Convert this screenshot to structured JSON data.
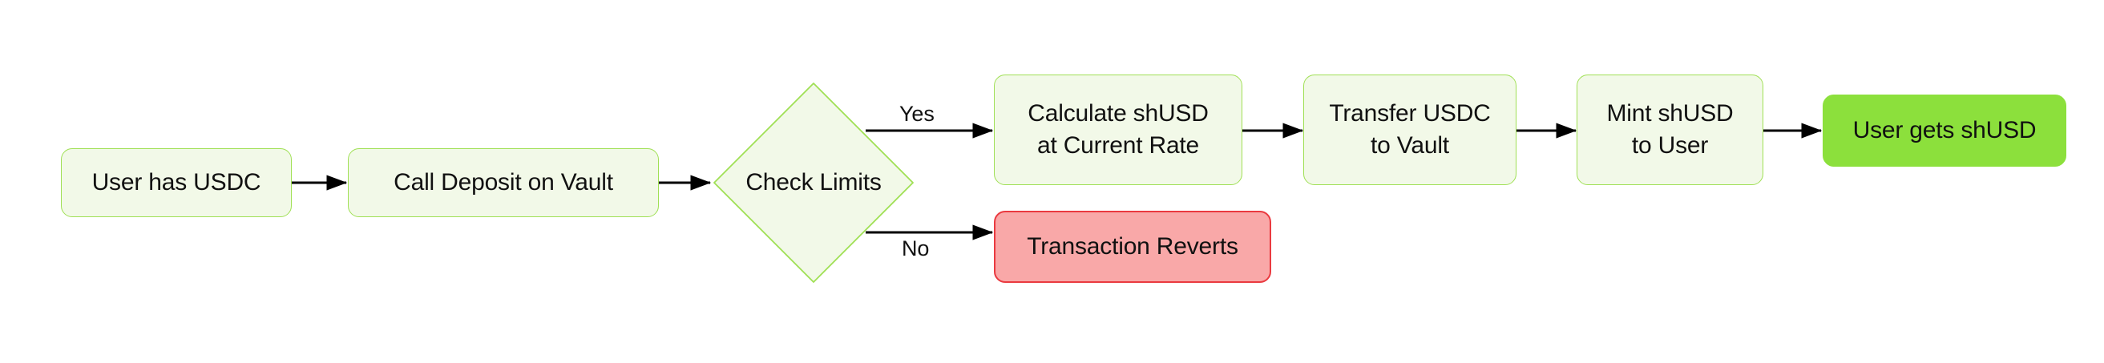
{
  "diagram": {
    "type": "flowchart",
    "orientation": "left-to-right",
    "title": "",
    "background_color": "#ffffff",
    "palette": {
      "process_fill": "#f2f9e8",
      "process_border": "#a0e055",
      "success_fill": "#8ce03c",
      "error_fill": "#f9a8a8",
      "error_border": "#ea3a40",
      "text": "#111111",
      "edge": "#000000"
    }
  },
  "nodes": [
    {
      "id": "user-has-usdc",
      "label": "User has USDC",
      "shape": "rounded-rect",
      "kind": "process"
    },
    {
      "id": "call-deposit",
      "label": "Call Deposit on Vault",
      "shape": "rounded-rect",
      "kind": "process"
    },
    {
      "id": "check-limits",
      "label": "Check Limits",
      "shape": "diamond",
      "kind": "decision"
    },
    {
      "id": "calculate-shusd",
      "label": "Calculate shUSD\nat Current Rate",
      "shape": "rounded-rect",
      "kind": "process"
    },
    {
      "id": "transfer-usdc",
      "label": "Transfer USDC\nto Vault",
      "shape": "rounded-rect",
      "kind": "process"
    },
    {
      "id": "mint-shusd",
      "label": "Mint shUSD\nto User",
      "shape": "rounded-rect",
      "kind": "process"
    },
    {
      "id": "user-gets-shusd",
      "label": "User gets shUSD",
      "shape": "rounded-rect",
      "kind": "terminal-success"
    },
    {
      "id": "transaction-reverts",
      "label": "Transaction Reverts",
      "shape": "rounded-rect",
      "kind": "terminal-error"
    }
  ],
  "edges": [
    {
      "from": "user-has-usdc",
      "to": "call-deposit",
      "label": ""
    },
    {
      "from": "call-deposit",
      "to": "check-limits",
      "label": ""
    },
    {
      "from": "check-limits",
      "to": "calculate-shusd",
      "label": "Yes"
    },
    {
      "from": "check-limits",
      "to": "transaction-reverts",
      "label": "No"
    },
    {
      "from": "calculate-shusd",
      "to": "transfer-usdc",
      "label": ""
    },
    {
      "from": "transfer-usdc",
      "to": "mint-shusd",
      "label": ""
    },
    {
      "from": "mint-shusd",
      "to": "user-gets-shusd",
      "label": ""
    }
  ],
  "edge_labels": {
    "yes": "Yes",
    "no": "No"
  }
}
